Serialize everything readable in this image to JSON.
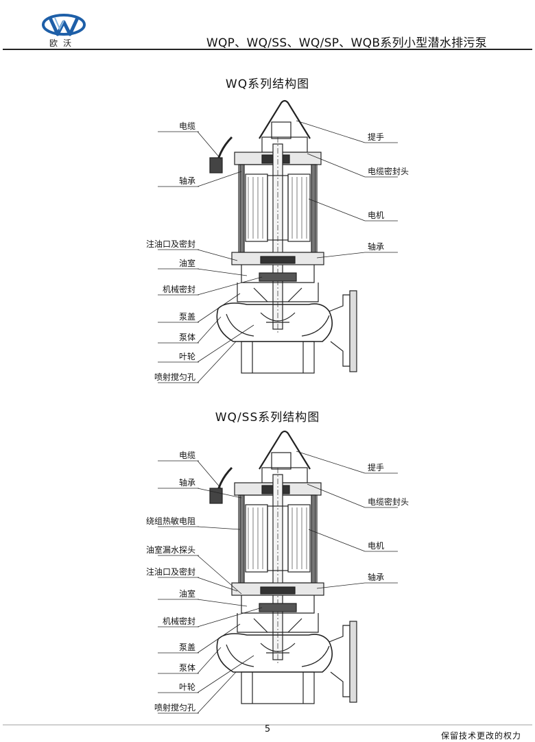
{
  "header": {
    "logo_text": "欧沃",
    "title": "WQP、WQ/SS、WQ/SP、WQB系列小型潜水排污泵"
  },
  "diagram1": {
    "title": "WQ系列结构图",
    "left_labels": [
      "电缆",
      "轴承",
      "注油口及密封",
      "油室",
      "机械密封",
      "泵盖",
      "泵体",
      "叶轮",
      "喷射搅匀孔"
    ],
    "right_labels": [
      "提手",
      "电缆密封头",
      "电机",
      "轴承"
    ]
  },
  "diagram2": {
    "title": "WQ/SS系列结构图",
    "left_labels": [
      "电缆",
      "轴承",
      "绕组热敏电阻",
      "油室漏水探头",
      "注油口及密封",
      "油室",
      "机械密封",
      "泵盖",
      "泵体",
      "叶轮",
      "喷射搅匀孔"
    ],
    "right_labels": [
      "提手",
      "电缆密封头",
      "电机",
      "轴承"
    ]
  },
  "footer": {
    "page_number": "5",
    "note": "保留技术更改的权力"
  }
}
